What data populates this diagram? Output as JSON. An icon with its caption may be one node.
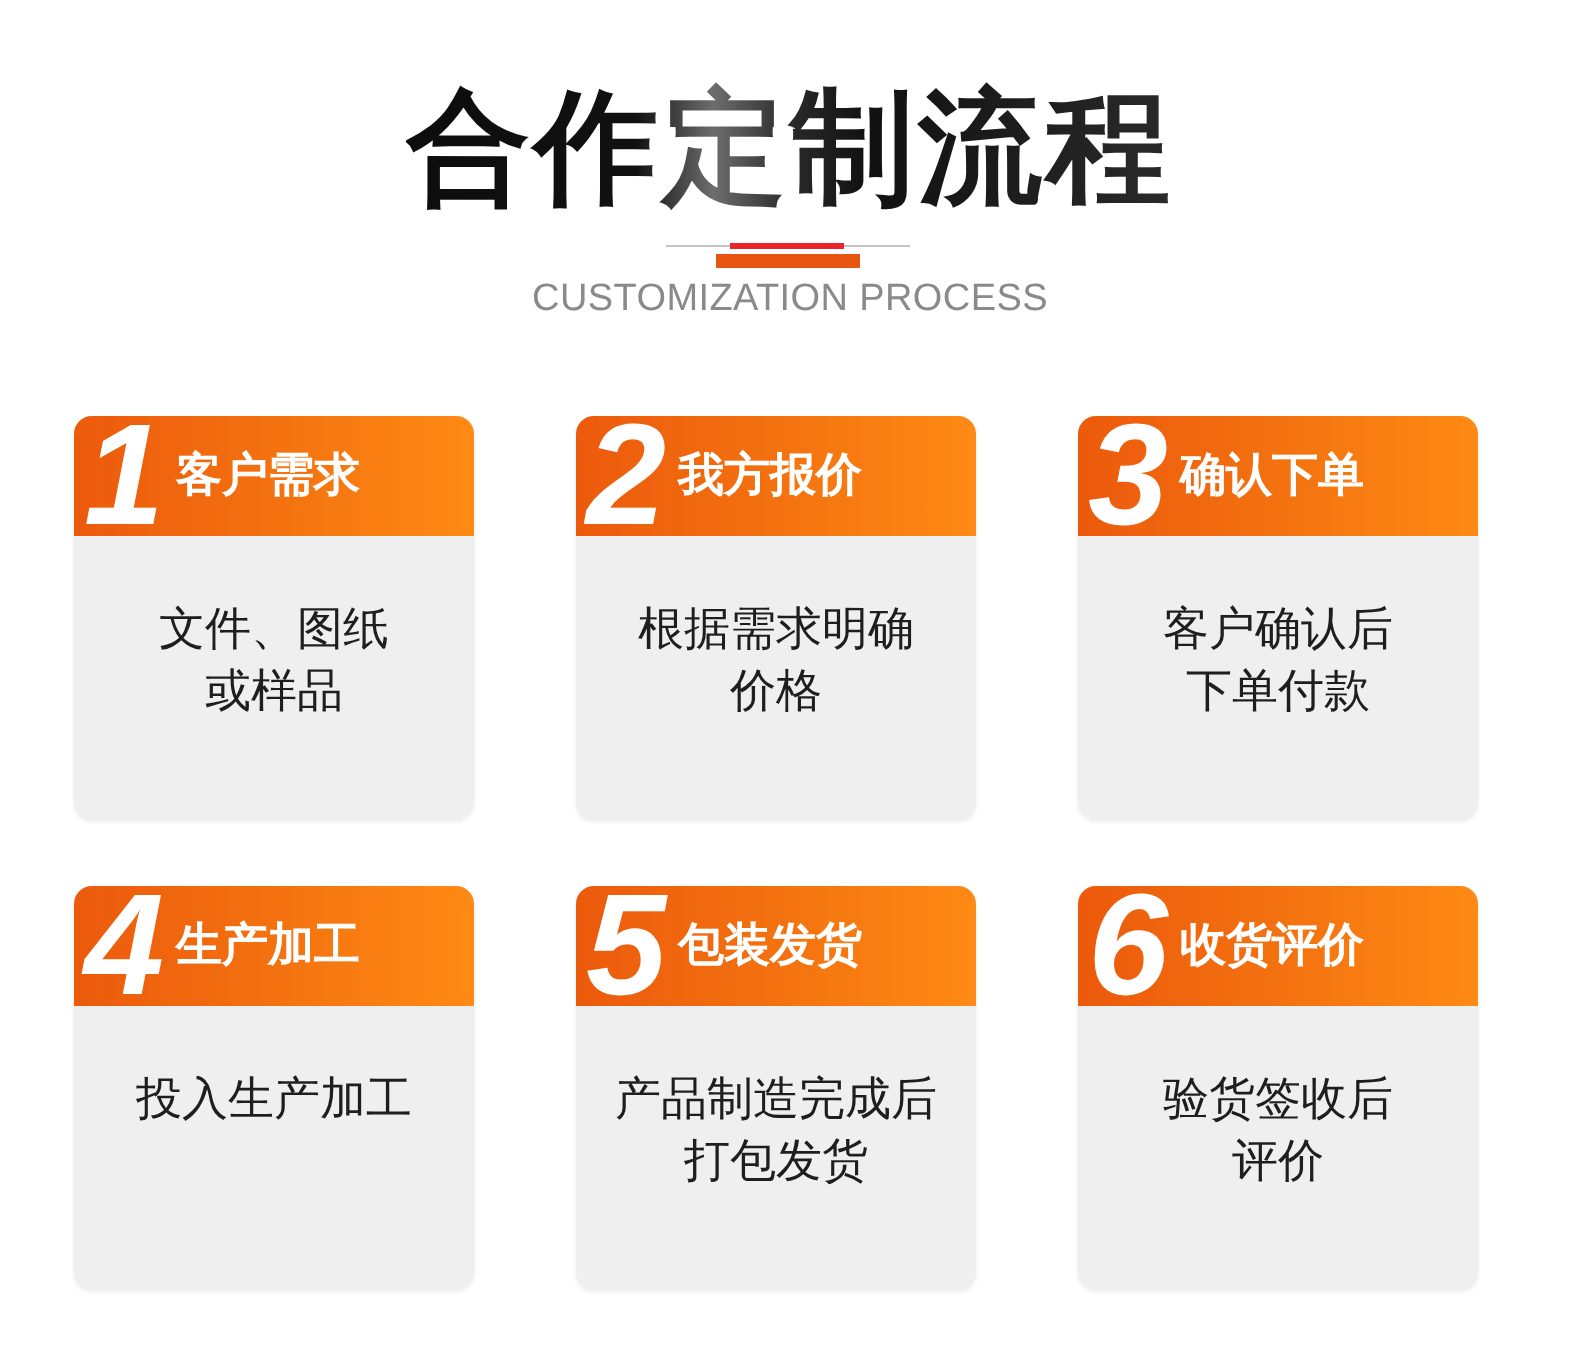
{
  "diagram": {
    "title": "合作定制流程",
    "nodes": [
      {
        "text": [
          "1",
          "客户需求",
          "文件、图纸或样品"
        ]
      },
      {
        "text": [
          "2",
          "我方报价",
          "根据需求明确价格"
        ]
      },
      {
        "text": [
          "3",
          "确认下单",
          "客户确认后下单付款"
        ]
      },
      {
        "text": [
          "4",
          "生产加工",
          "投入生产加工"
        ]
      },
      {
        "text": [
          "5",
          "包装发货",
          "产品制造完成后打包发货"
        ]
      },
      {
        "text": [
          "6",
          "收货评价",
          "验货签收后评价"
        ]
      }
    ],
    "labels": [
      "CUSTOMIZATION PROCESS"
    ]
  }
}
